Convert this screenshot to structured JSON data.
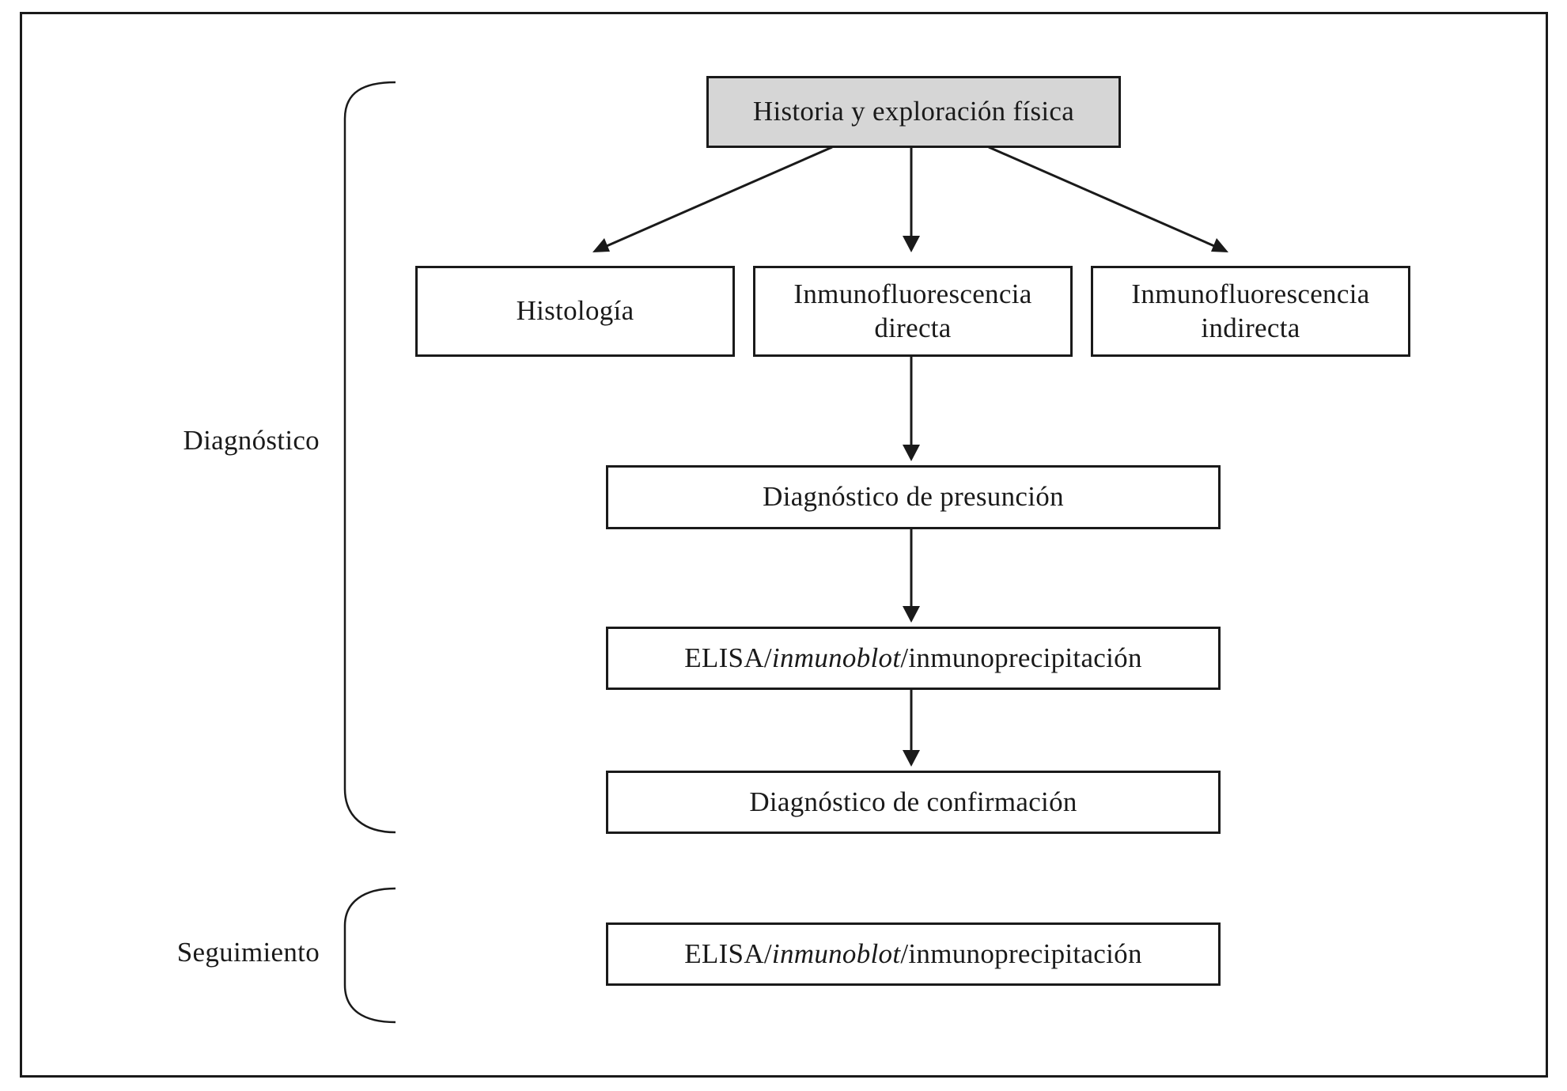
{
  "phases": {
    "diagnosis": "Diagnóstico",
    "followup": "Seguimiento"
  },
  "nodes": {
    "history": "Historia y exploración física",
    "histology": "Histología",
    "dif_line1": "Inmunofluorescencia",
    "dif_line2": "directa",
    "iif_line1": "Inmunofluorescencia",
    "iif_line2": "indirecta",
    "presumptive": "Diagnóstico de presunción",
    "serology1": {
      "a": "ELISA/",
      "b": "inmunoblot",
      "c": "/inmunoprecipitación"
    },
    "confirmation": "Diagnóstico de confirmación",
    "serology2": {
      "a": "ELISA/",
      "b": "inmunoblot",
      "c": "/inmunoprecipitación"
    }
  },
  "edges": [
    {
      "from": "history",
      "to": "histology"
    },
    {
      "from": "history",
      "to": "direct-immunofluorescence"
    },
    {
      "from": "history",
      "to": "indirect-immunofluorescence"
    },
    {
      "from": "direct-immunofluorescence",
      "to": "presumptive-diagnosis"
    },
    {
      "from": "presumptive-diagnosis",
      "to": "serology"
    },
    {
      "from": "serology",
      "to": "confirmation-diagnosis"
    }
  ],
  "colors": {
    "stroke": "#1a1a1a",
    "start_node_fill": "#d6d6d6",
    "node_fill": "#ffffff"
  }
}
